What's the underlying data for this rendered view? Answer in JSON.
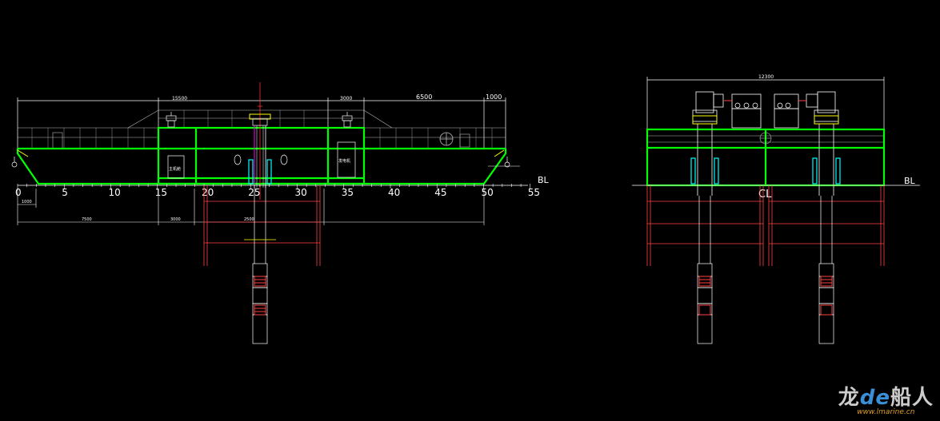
{
  "profile_view": {
    "dimensions": {
      "overall_top": "15500",
      "top_mid": "3000",
      "top_right": "6500",
      "top_far_right": "1000",
      "bottom_left": "7500",
      "bottom_mid": "3000",
      "bottom_right": "2500",
      "small_left": "1000"
    },
    "frame_scale": [
      "0",
      "5",
      "10",
      "15",
      "20",
      "25",
      "30",
      "35",
      "40",
      "45",
      "50",
      "55"
    ],
    "baseline_label": "BL",
    "room_labels": [
      "主机舱",
      "发电机"
    ]
  },
  "section_view": {
    "dimensions": {
      "breadth": "12300"
    },
    "baseline_label": "BL",
    "centerline_label": "CL"
  },
  "watermark": {
    "main_before": "龙",
    "main_accent": "de",
    "main_after": "船人",
    "sub": "www.lmarine.cn"
  },
  "colors": {
    "background": "#000000",
    "hull_outline": "#00ff00",
    "structure_lines": "#ffffff",
    "cutter_frame": "#ff4040",
    "dimension_lines": "#ffffff",
    "pipe_accent": "#ff00ff",
    "highlight": "#ffff00",
    "water_cyan": "#00ffff"
  }
}
